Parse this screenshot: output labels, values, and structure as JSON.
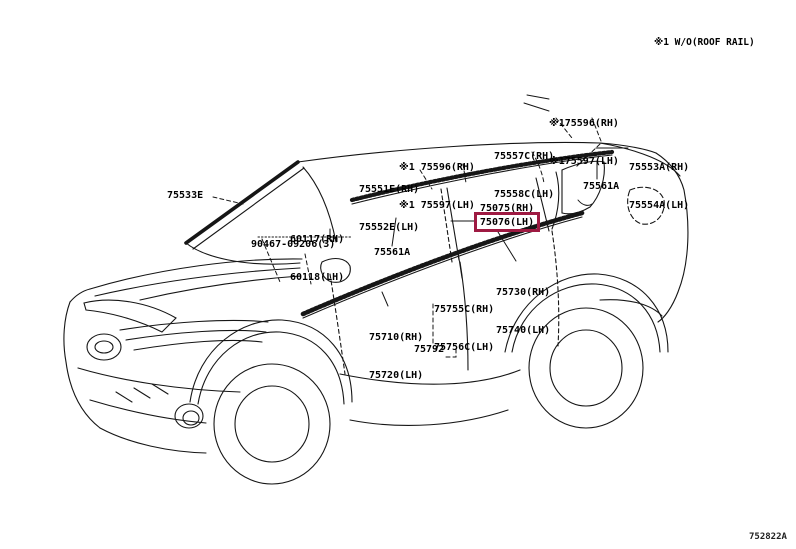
{
  "meta": {
    "note_roof_rail": "※1 W/O(ROOF RAIL)",
    "diagram_code": "752822A",
    "highlight_color": "#9e1a42"
  },
  "labels": {
    "p75596_top": {
      "line1": "※175596(RH)",
      "line2": "※175597(LH)"
    },
    "p75557c": {
      "line1": "75557C(RH)",
      "line2": "75558C(LH)"
    },
    "p75553a": {
      "line1": "75553A(RH)",
      "line2": "75554A(LH)"
    },
    "p75596_mid": {
      "line1": "※1 75596(RH)",
      "line2": "※1 75597(LH)"
    },
    "p75551e": {
      "line1": "75551E(RH)",
      "line2": "75552E(LH)"
    },
    "p75561a_right": {
      "line1": "75561A"
    },
    "p75533e": {
      "line1": "75533E"
    },
    "p60117": {
      "line1": "60117(RH)",
      "line2": "60118(LH)"
    },
    "p75075": {
      "line1": "75075(RH)"
    },
    "p75076_highlighted": {
      "line1": "75076(LH)"
    },
    "p90467": {
      "line1": "90467-09206(3)"
    },
    "p75561a_mid": {
      "line1": "75561A"
    },
    "p75730": {
      "line1": "75730(RH)",
      "line2": "75740(LH)"
    },
    "p75755c": {
      "line1": "75755C(RH)",
      "line2": "75756C(LH)"
    },
    "p75710": {
      "line1": "75710(RH)",
      "line2": "75720(LH)"
    },
    "p75792": {
      "line1": "75792"
    }
  }
}
